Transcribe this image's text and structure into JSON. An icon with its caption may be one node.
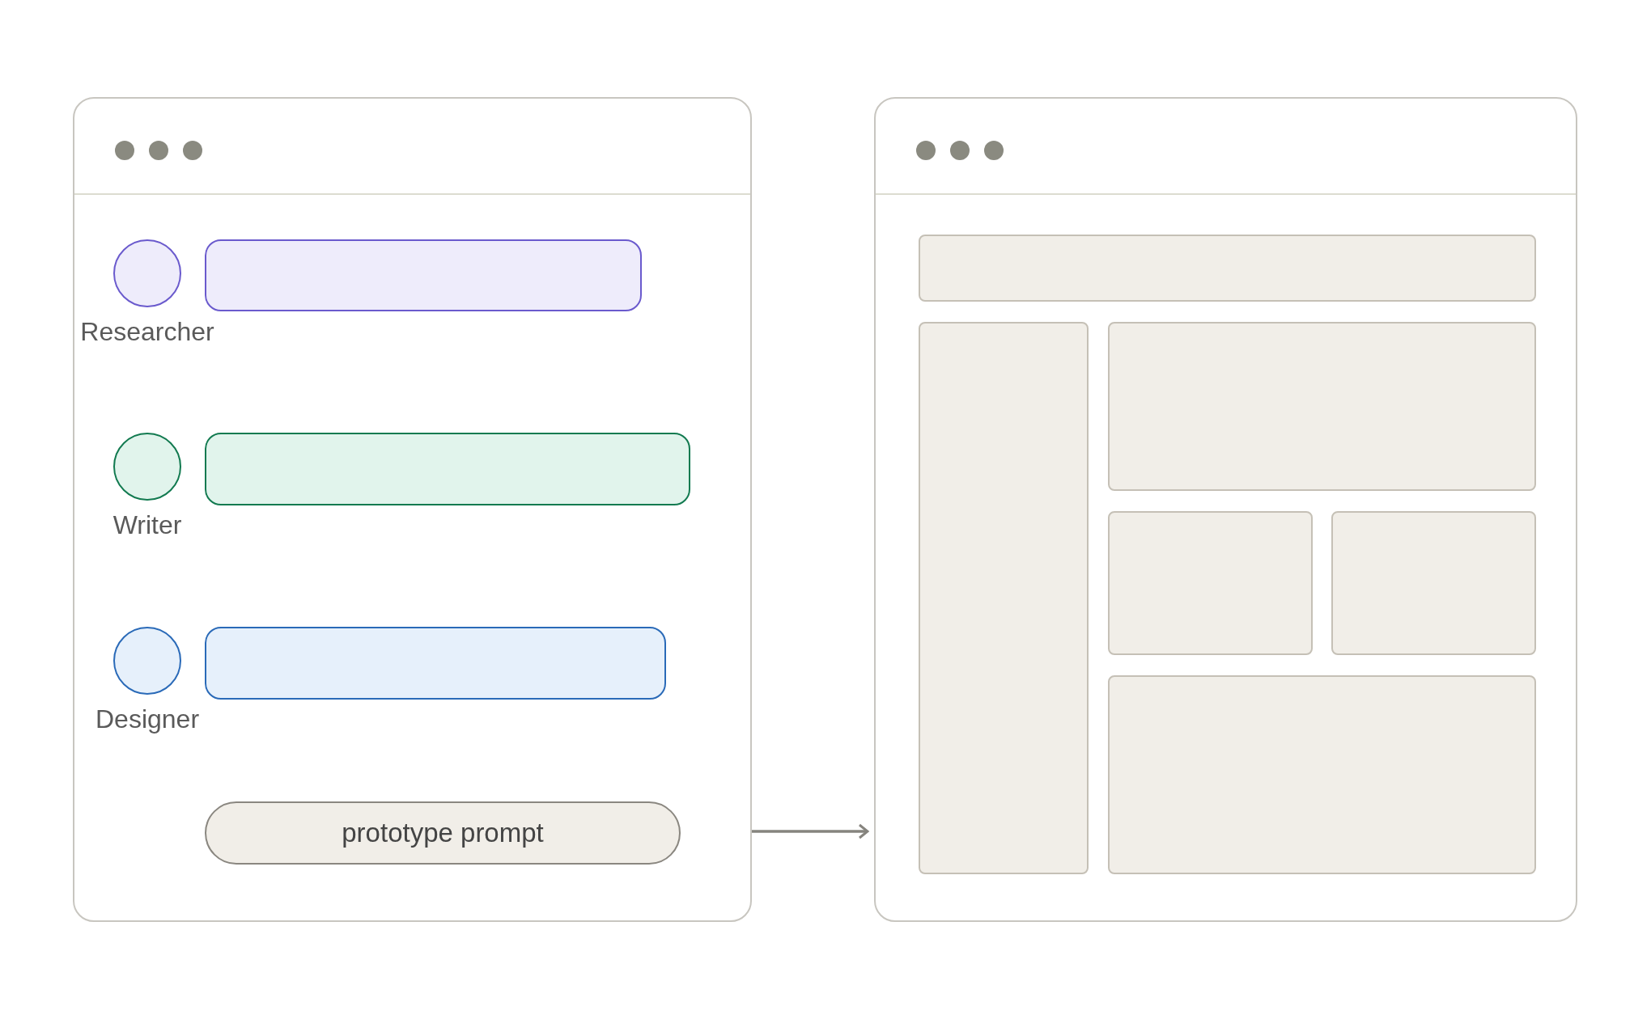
{
  "diagram": {
    "nodes": [
      {
        "text": [],
        "shape": "box"
      },
      {
        "text": [
          "Researcher"
        ],
        "in": 0
      },
      {
        "text": [],
        "shape": "bar",
        "in": 0
      },
      {
        "text": [
          "Writer"
        ],
        "in": 0
      },
      {
        "text": [],
        "shape": "bar",
        "in": 0
      },
      {
        "text": [
          "Designer"
        ],
        "in": 0
      },
      {
        "text": [],
        "shape": "bar",
        "in": 0
      },
      {
        "text": [
          "prototype prompt"
        ],
        "in": 0
      },
      {
        "text": [],
        "shape": "box"
      },
      {
        "text": [],
        "shape": "box",
        "in": 8
      },
      {
        "text": [],
        "shape": "box",
        "in": 8
      },
      {
        "text": [],
        "shape": "box",
        "in": 8
      },
      {
        "text": [],
        "shape": "box",
        "in": 8
      },
      {
        "text": [],
        "shape": "box",
        "in": 8
      },
      {
        "text": [],
        "shape": "box",
        "in": 8
      }
    ],
    "edges": [
      {
        "from": 0,
        "to": 8,
        "arrow": "to"
      }
    ]
  }
}
